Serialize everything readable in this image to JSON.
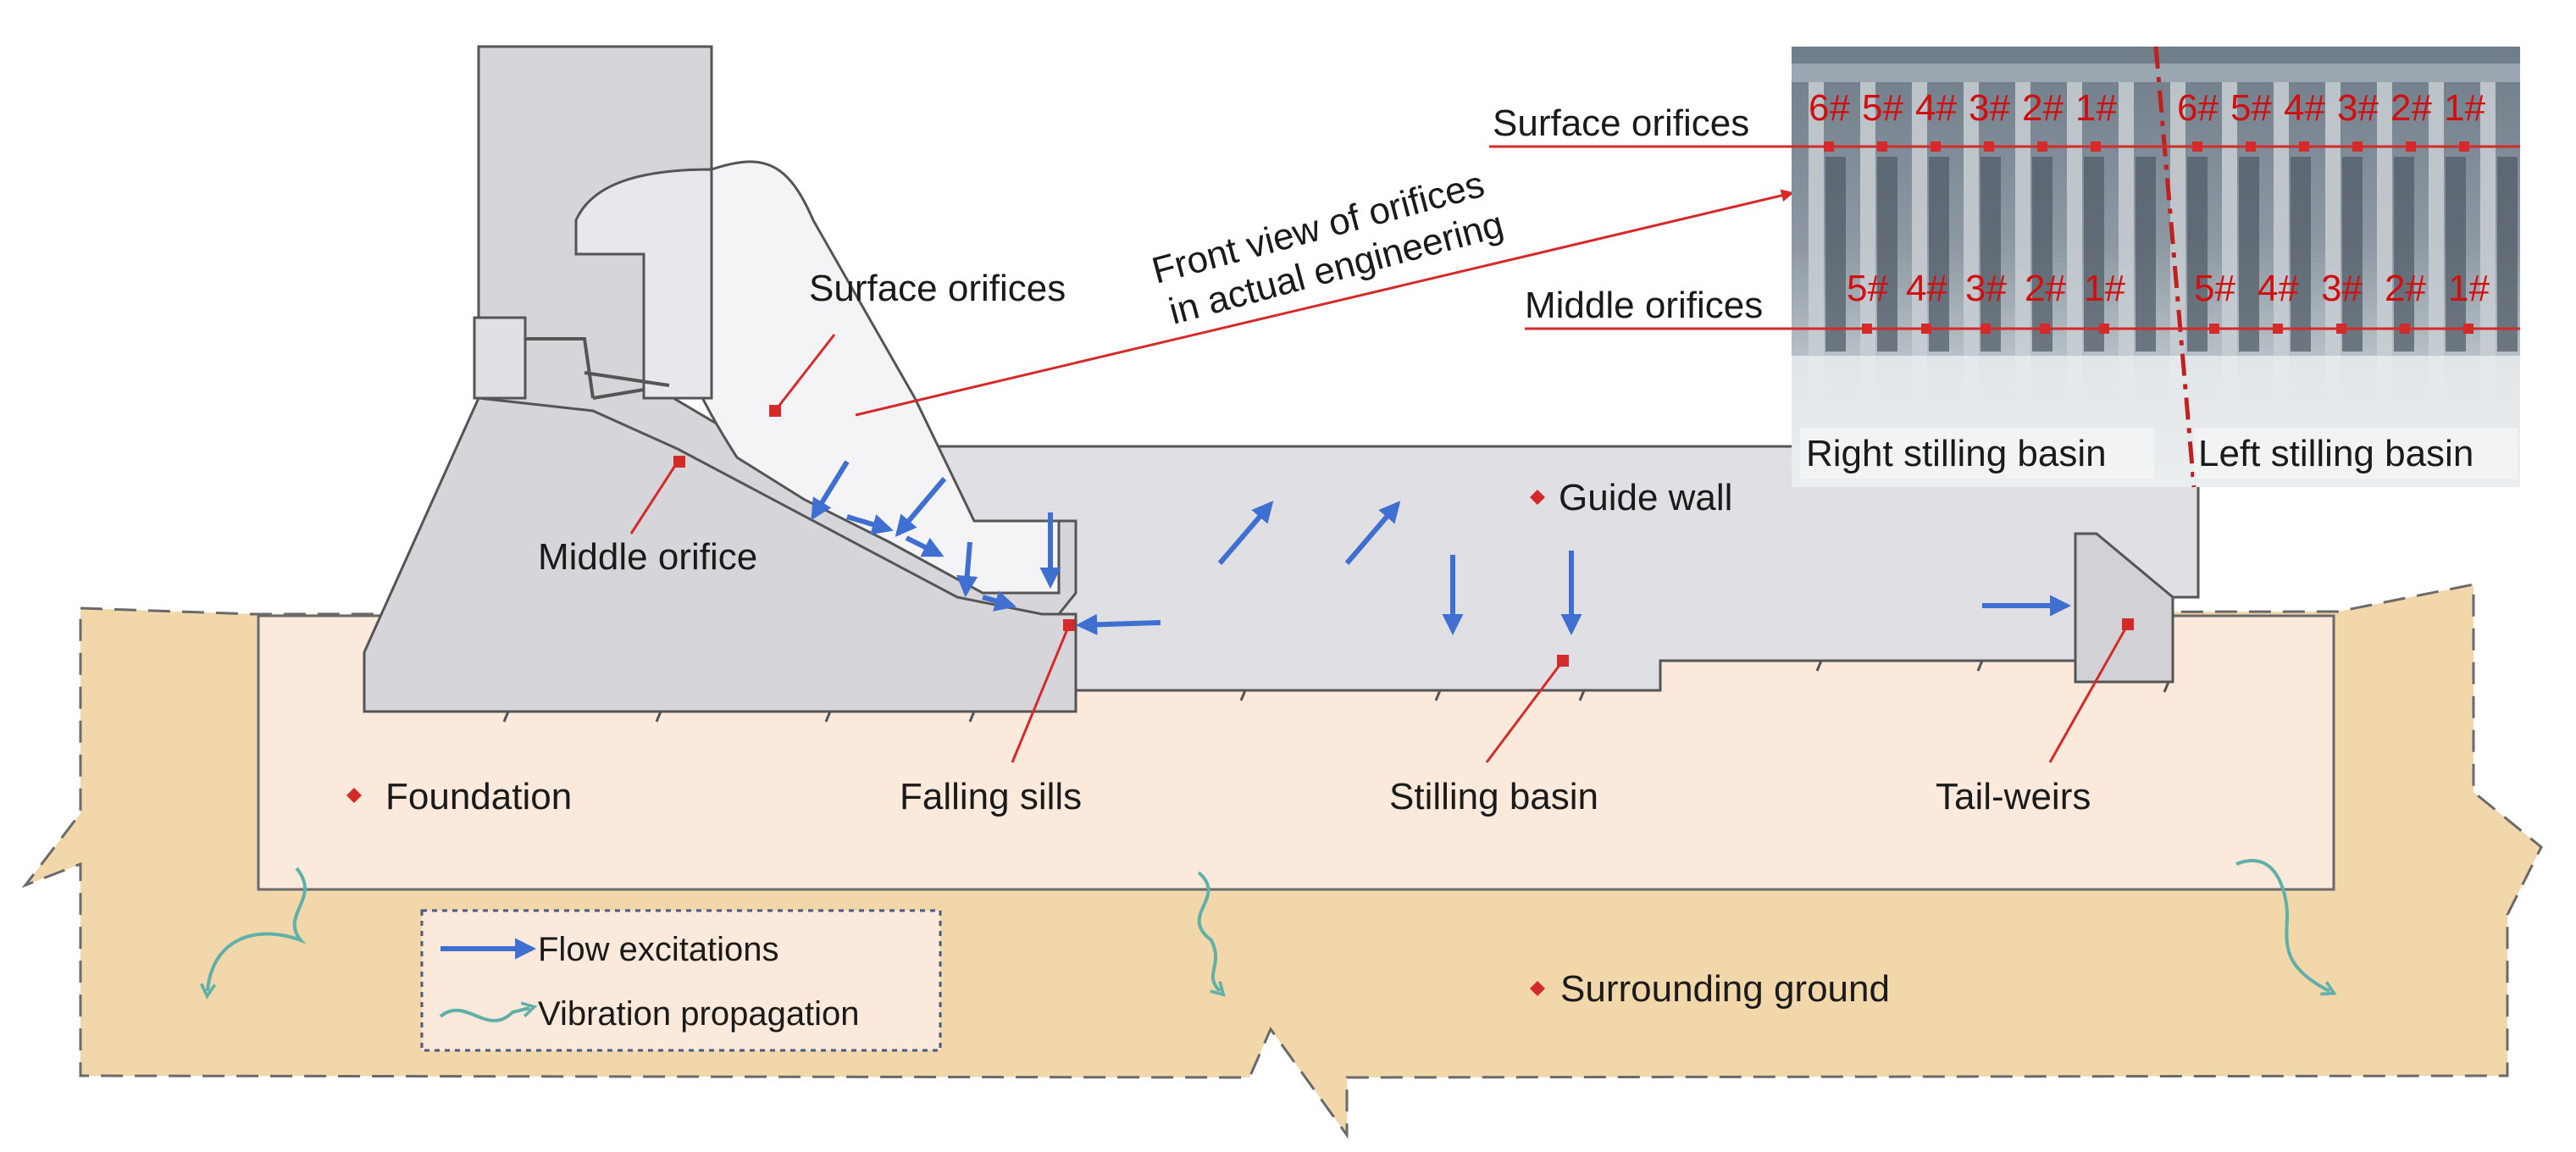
{
  "labels": {
    "surface_orifices": "Surface orifices",
    "front_view_line1": "Front view of orifices",
    "front_view_line2": "in actual engineering",
    "middle_orifice": "Middle orifice",
    "guide_wall": "Guide wall",
    "foundation": "Foundation",
    "falling_sills": "Falling sills",
    "stilling_basin": "Stilling basin",
    "tail_weirs": "Tail-weirs",
    "surrounding_ground": "Surrounding ground"
  },
  "photo": {
    "surface_orifices": "Surface orifices",
    "middle_orifices": "Middle orifices",
    "right_basin": "Right stilling basin",
    "left_basin": "Left stilling basin",
    "surface_right": [
      "6#",
      "5#",
      "4#",
      "3#",
      "2#",
      "1#"
    ],
    "surface_left": [
      "6#",
      "5#",
      "4#",
      "3#",
      "2#",
      "1#"
    ],
    "middle_right": [
      "5#",
      "4#",
      "3#",
      "2#",
      "1#"
    ],
    "middle_left": [
      "5#",
      "4#",
      "3#",
      "2#",
      "1#"
    ]
  },
  "legend": {
    "flow": "Flow excitations",
    "vibration": "Vibration propagation"
  },
  "colors": {
    "ground": "#f2d7aa",
    "foundation": "#fbe9db",
    "concrete": "#d8d8dc",
    "concrete_light": "#e4e4e8",
    "flow_arrow": "#3f6fd0",
    "vibration_arrow": "#5fb0a8",
    "marker": "#d42a2a",
    "label_line": "#d42a2a"
  }
}
